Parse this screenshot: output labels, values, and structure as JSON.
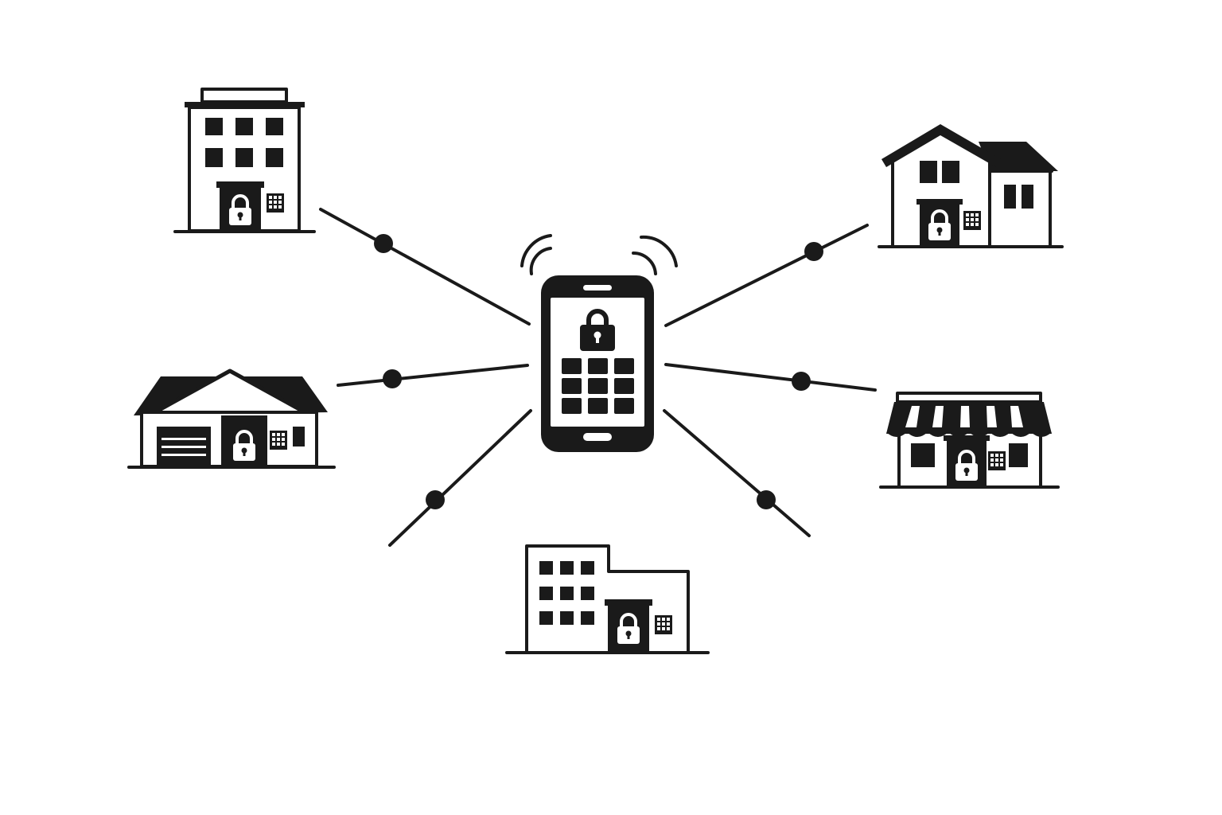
{
  "diagram": {
    "hub": {
      "icon": "smartphone-lock-keypad-icon"
    },
    "nodes": [
      {
        "id": "apartment",
        "icon": "apartment-building-lock-icon"
      },
      {
        "id": "garage-house",
        "icon": "house-with-garage-lock-icon"
      },
      {
        "id": "office",
        "icon": "office-building-lock-icon"
      },
      {
        "id": "two-story-house",
        "icon": "two-story-house-lock-icon"
      },
      {
        "id": "storefront",
        "icon": "storefront-lock-icon"
      }
    ],
    "connectors": [
      {
        "from": "hub",
        "to": "apartment"
      },
      {
        "from": "hub",
        "to": "garage-house"
      },
      {
        "from": "hub",
        "to": "office"
      },
      {
        "from": "hub",
        "to": "office"
      },
      {
        "from": "hub",
        "to": "two-story-house"
      },
      {
        "from": "hub",
        "to": "storefront"
      }
    ]
  },
  "colors": {
    "ink": "#1a1a1a",
    "background": "#ffffff"
  }
}
